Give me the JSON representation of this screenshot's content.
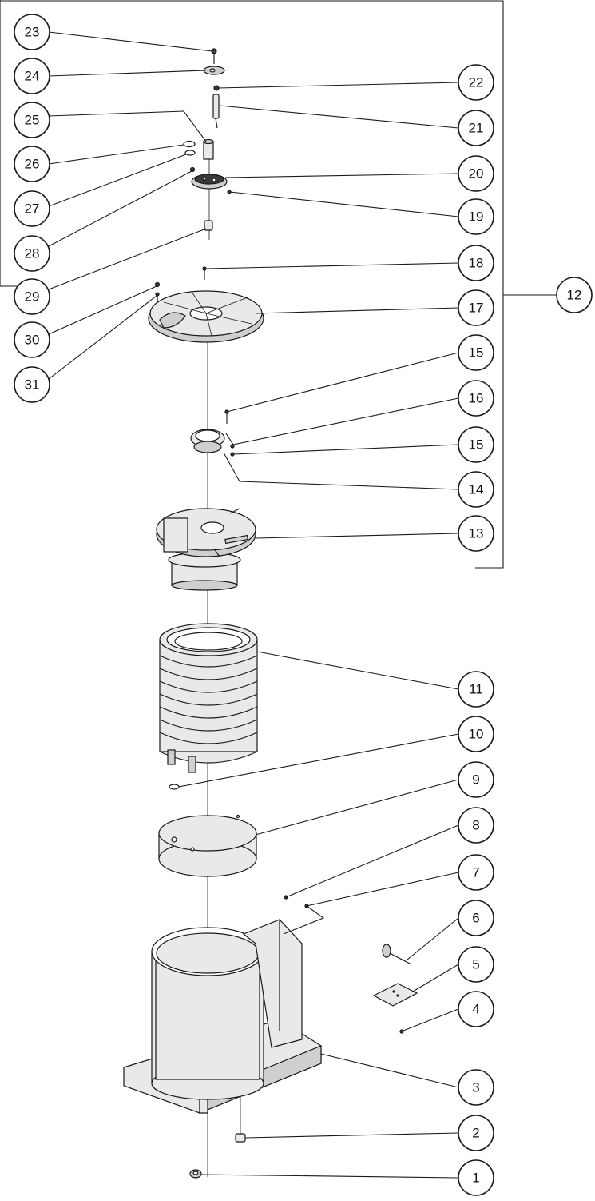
{
  "callouts": [
    {
      "id": "1",
      "label": "1"
    },
    {
      "id": "2",
      "label": "2"
    },
    {
      "id": "3",
      "label": "3"
    },
    {
      "id": "4",
      "label": "4"
    },
    {
      "id": "5",
      "label": "5"
    },
    {
      "id": "6",
      "label": "6"
    },
    {
      "id": "7",
      "label": "7"
    },
    {
      "id": "8",
      "label": "8"
    },
    {
      "id": "9",
      "label": "9"
    },
    {
      "id": "10",
      "label": "10"
    },
    {
      "id": "11",
      "label": "11"
    },
    {
      "id": "12",
      "label": "12"
    },
    {
      "id": "13",
      "label": "13"
    },
    {
      "id": "14",
      "label": "14"
    },
    {
      "id": "15a",
      "label": "15"
    },
    {
      "id": "15b",
      "label": "15"
    },
    {
      "id": "16",
      "label": "16"
    },
    {
      "id": "17",
      "label": "17"
    },
    {
      "id": "18",
      "label": "18"
    },
    {
      "id": "19",
      "label": "19"
    },
    {
      "id": "20",
      "label": "20"
    },
    {
      "id": "21",
      "label": "21"
    },
    {
      "id": "22",
      "label": "22"
    },
    {
      "id": "23",
      "label": "23"
    },
    {
      "id": "24",
      "label": "24"
    },
    {
      "id": "25",
      "label": "25"
    },
    {
      "id": "26",
      "label": "26"
    },
    {
      "id": "27",
      "label": "27"
    },
    {
      "id": "28",
      "label": "28"
    },
    {
      "id": "29",
      "label": "29"
    },
    {
      "id": "30",
      "label": "30"
    },
    {
      "id": "31",
      "label": "31"
    }
  ]
}
